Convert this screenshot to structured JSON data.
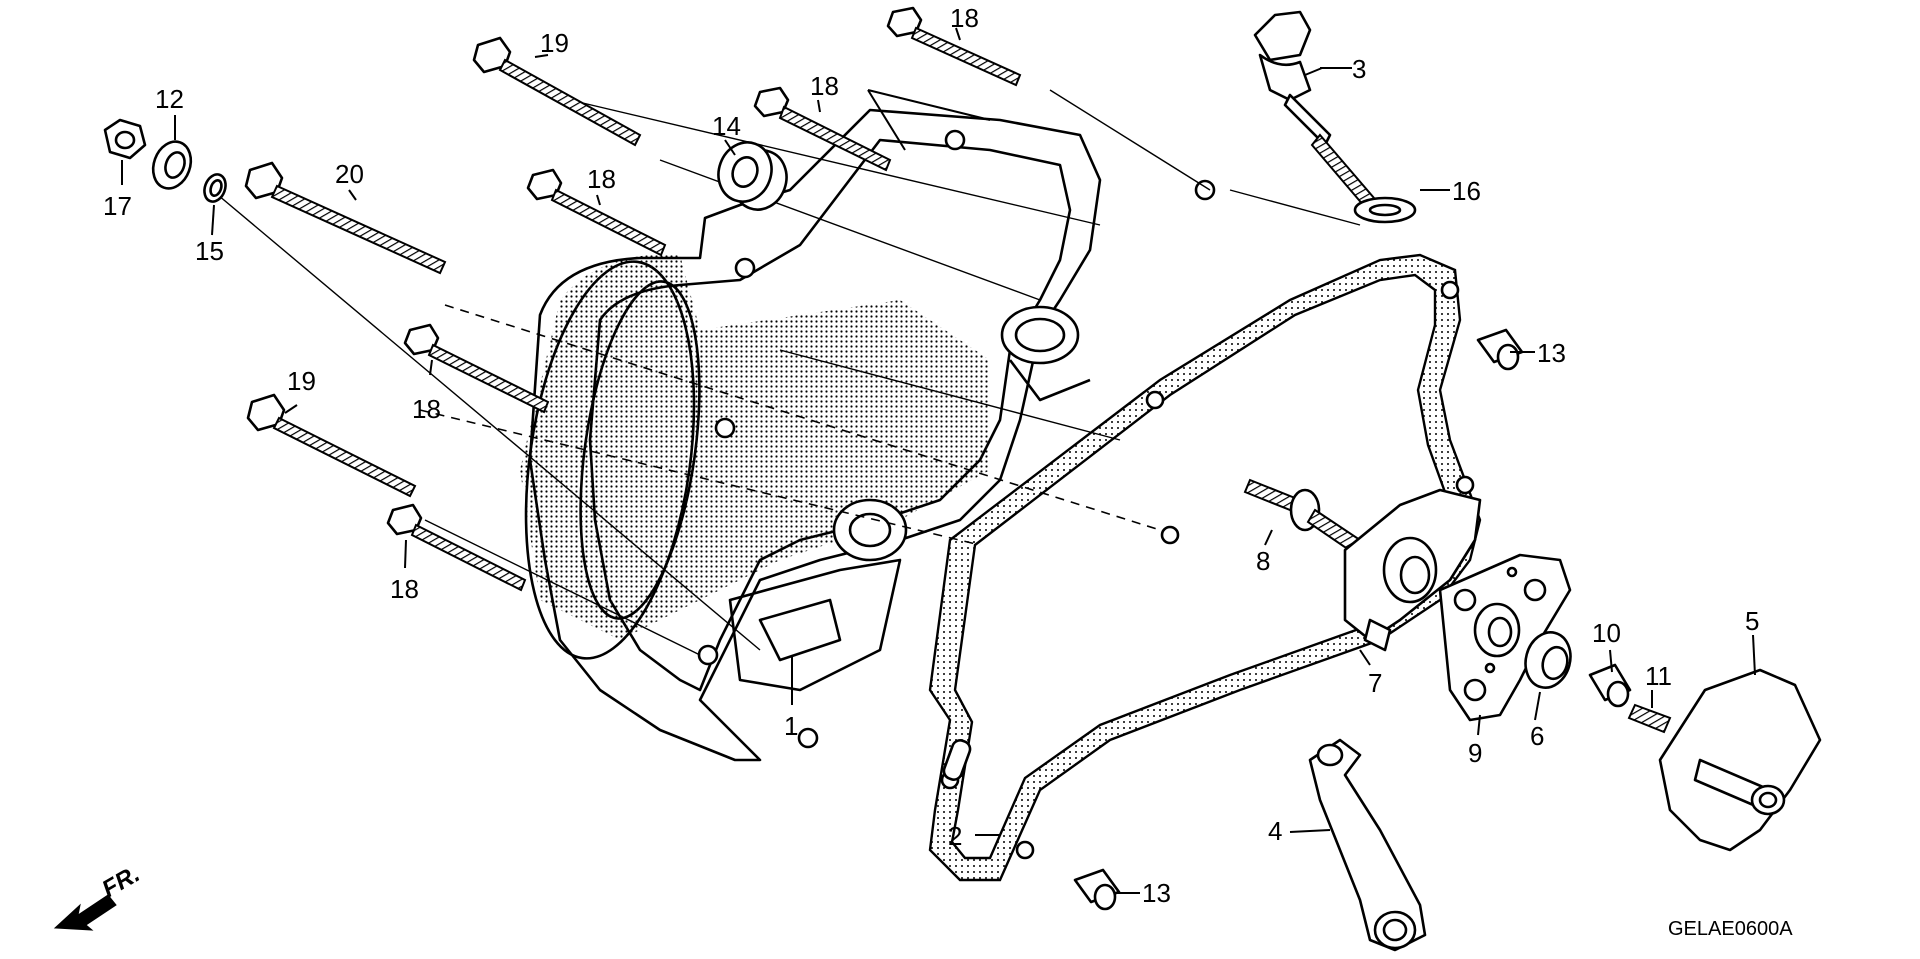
{
  "diagram": {
    "drawing_code": "GELAE0600A",
    "front_label": "FR.",
    "callouts": {
      "c1": "1",
      "c2": "2",
      "c3": "3",
      "c4": "4",
      "c5": "5",
      "c6": "6",
      "c7": "7",
      "c8": "8",
      "c9": "9",
      "c10": "10",
      "c11": "11",
      "c12": "12",
      "c13a": "13",
      "c13b": "13",
      "c14": "14",
      "c15": "15",
      "c16": "16",
      "c17": "17",
      "c18a": "18",
      "c18b": "18",
      "c18c": "18",
      "c18d": "18",
      "c18e": "18",
      "c19a": "19",
      "c19b": "19",
      "c20": "20"
    },
    "colors": {
      "ink": "#000000",
      "paper": "#ffffff"
    }
  }
}
